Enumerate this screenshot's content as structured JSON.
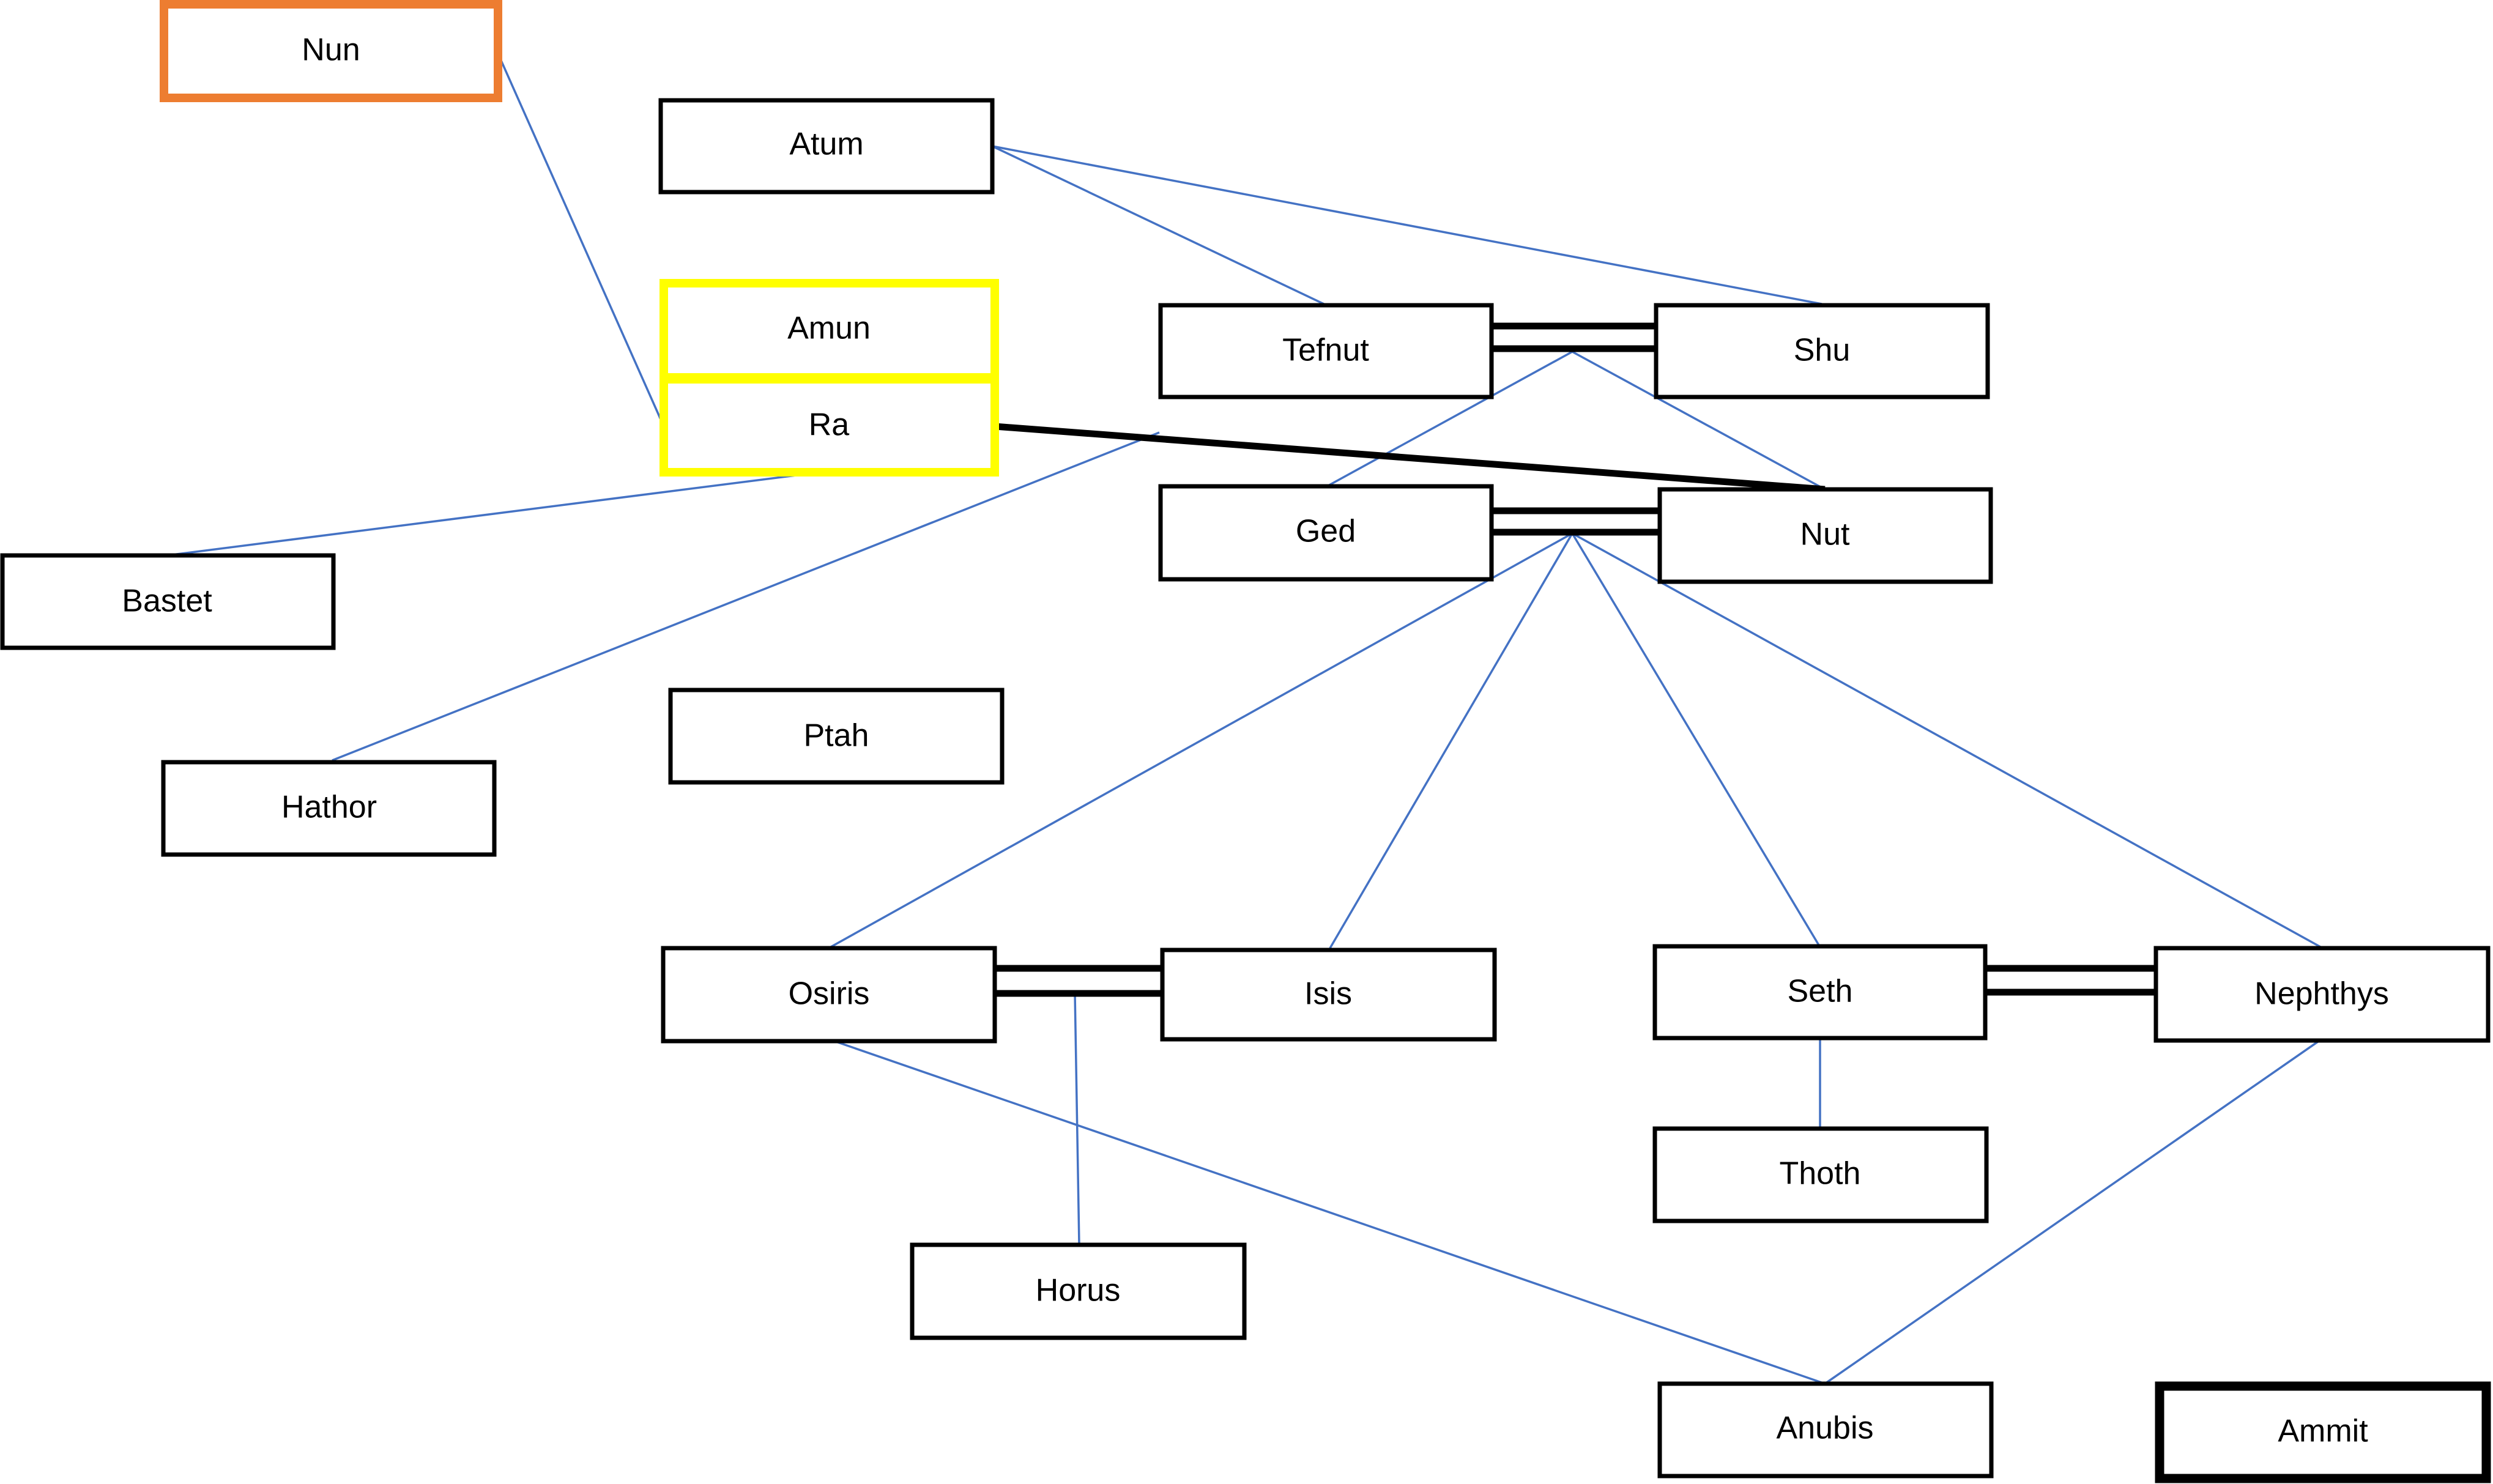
{
  "colors": {
    "line": "#4472C4",
    "box_stroke": "#000000",
    "nun_border": "#ED7D31",
    "amun_ra_border": "#FFFF00",
    "background": "#FFFFFF"
  },
  "nodes": {
    "nun": "Nun",
    "atum": "Atum",
    "amun": "Amun",
    "ra": "Ra",
    "tefnut": "Tefnut",
    "shu": "Shu",
    "ged": "Ged",
    "nut": "Nut",
    "bastet": "Bastet",
    "hathor": "Hathor",
    "ptah": "Ptah",
    "osiris": "Osiris",
    "isis": "Isis",
    "seth": "Seth",
    "nephthys": "Nephthys",
    "thoth": "Thoth",
    "horus": "Horus",
    "anubis": "Anubis",
    "ammit": "Ammit"
  }
}
